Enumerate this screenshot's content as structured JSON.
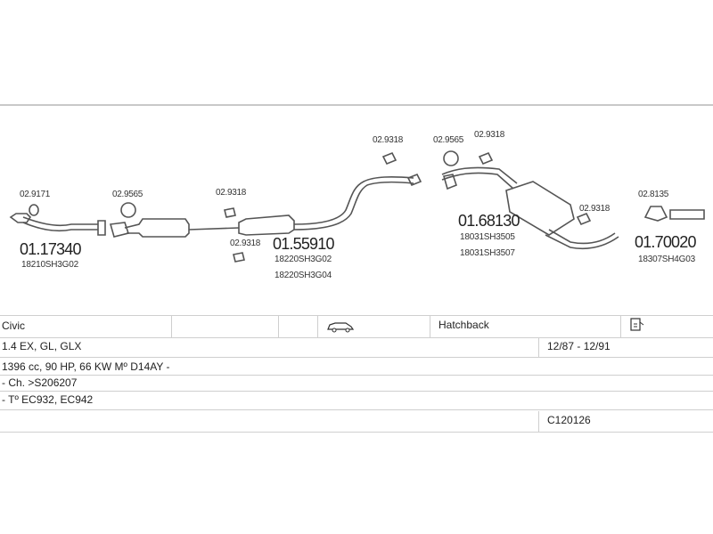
{
  "parts": [
    {
      "id": "p1",
      "number": "01.17340",
      "oem": [
        "18210SH3G02"
      ]
    },
    {
      "id": "p2",
      "number": "01.55910",
      "oem": [
        "18220SH3G02",
        "18220SH3G04"
      ]
    },
    {
      "id": "p3",
      "number": "01.68130",
      "oem": [
        "18031SH3505",
        "18031SH3507"
      ]
    },
    {
      "id": "p4",
      "number": "01.70020",
      "oem": [
        "18307SH4G03"
      ]
    }
  ],
  "fittings": [
    "02.9171",
    "02.9565",
    "02.9318",
    "02.9318",
    "02.9318",
    "02.9565",
    "02.9318",
    "02.9318",
    "02.8135"
  ],
  "info": {
    "model": "Civic",
    "body": "Hatchback",
    "engine": "1.4 EX, GL, GLX",
    "years": "12/87 - 12/91",
    "spec": "1396 cc, 90 HP, 66 KW Mº D14AY -",
    "chassis": "- Ch. >S206207",
    "type": "- Tº EC932, EC942",
    "code": "C120126"
  },
  "icons": [
    "car-icon",
    "document-icon"
  ]
}
